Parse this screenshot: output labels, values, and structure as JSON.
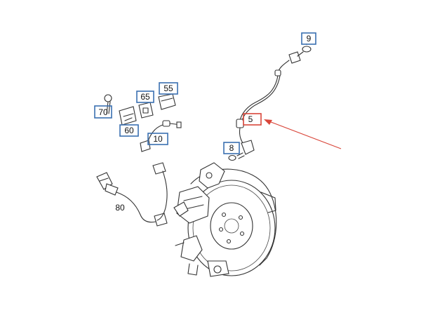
{
  "diagram": {
    "callouts": [
      {
        "id": "9",
        "label": "9",
        "boxed": true,
        "highlight": false
      },
      {
        "id": "5",
        "label": "5",
        "boxed": true,
        "highlight": true
      },
      {
        "id": "8",
        "label": "8",
        "boxed": true,
        "highlight": false
      },
      {
        "id": "55",
        "label": "55",
        "boxed": true,
        "highlight": false
      },
      {
        "id": "65",
        "label": "65",
        "boxed": true,
        "highlight": false
      },
      {
        "id": "70",
        "label": "70",
        "boxed": true,
        "highlight": false
      },
      {
        "id": "60",
        "label": "60",
        "boxed": true,
        "highlight": false
      },
      {
        "id": "10",
        "label": "10",
        "boxed": true,
        "highlight": false
      },
      {
        "id": "80",
        "label": "80",
        "boxed": false,
        "highlight": false
      }
    ],
    "colors": {
      "callout_box": "#3a6fb0",
      "highlight_box": "#d9463a",
      "arrow": "#d9463a",
      "line_art": "#333333",
      "background": "#ffffff"
    }
  }
}
